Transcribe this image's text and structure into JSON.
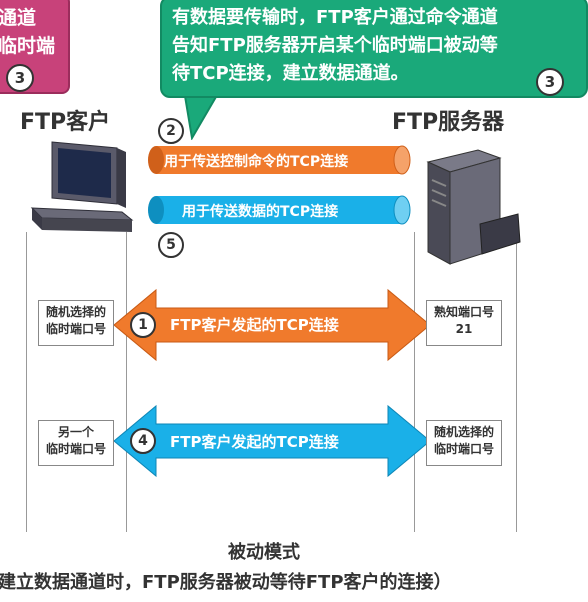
{
  "callout_left": {
    "line1": "通道",
    "line2": "临时端",
    "step": "3"
  },
  "callout_right": {
    "line1": "有数据要传输时，FTP客户通过命令通道",
    "line2": "告知FTP服务器开启某个临时端口被动等",
    "line3": "待TCP连接，建立数据通道。",
    "step": "3"
  },
  "client": {
    "title": "FTP客户"
  },
  "server": {
    "title": "FTP服务器"
  },
  "control_pipe": {
    "label": "用于传送控制命令的TCP连接",
    "step": "2"
  },
  "data_pipe": {
    "label": "用于传送数据的TCP连接",
    "step": "5"
  },
  "arrow1": {
    "label": "FTP客户发起的TCP连接",
    "step": "1"
  },
  "arrow4": {
    "label": "FTP客户发起的TCP连接",
    "step": "4"
  },
  "client_port1": {
    "line1": "随机选择的",
    "line2": "临时端口号"
  },
  "server_port1": {
    "line1": "熟知端口号",
    "line2": "21"
  },
  "client_port2": {
    "line1": "另一个",
    "line2": "临时端口号"
  },
  "server_port2": {
    "line1": "随机选择的",
    "line2": "临时端口号"
  },
  "footer": {
    "title": "被动模式",
    "subtitle": "建立数据通道时，FTP服务器被动等待FTP客户的连接）"
  },
  "colors": {
    "orange": "#f07a2c",
    "blue": "#1ab0e8",
    "green": "#1aa97a",
    "magenta": "#c8427a"
  }
}
